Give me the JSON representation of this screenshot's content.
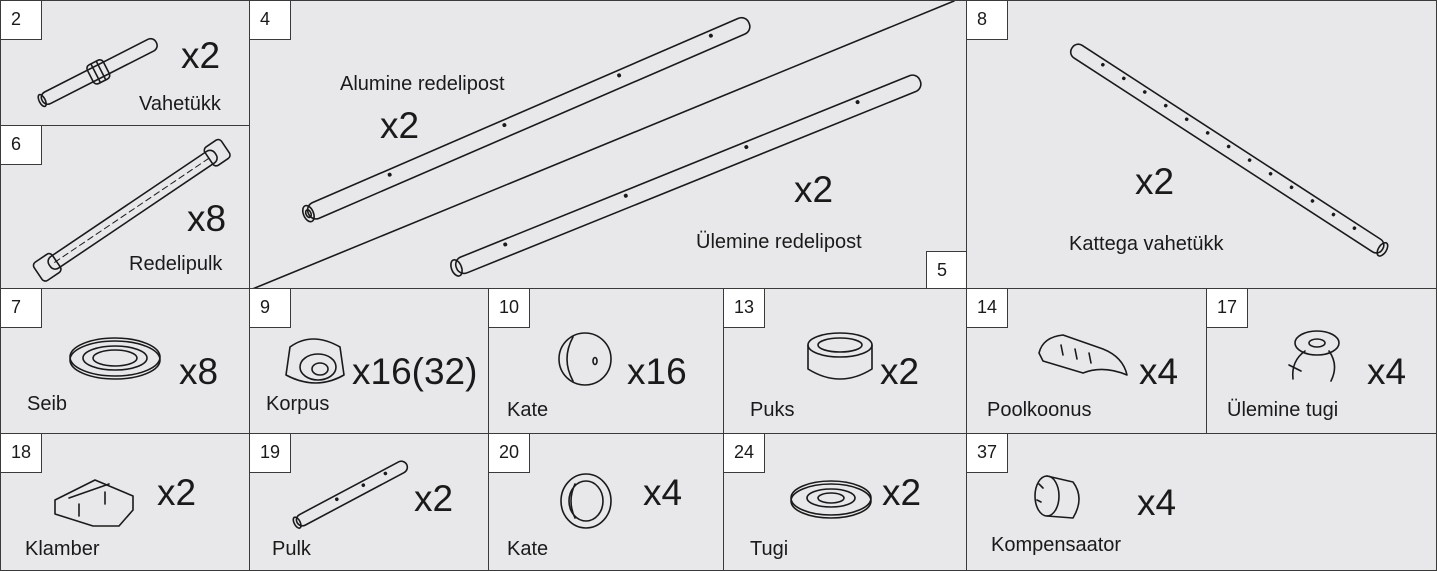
{
  "parts": {
    "p2": {
      "number": "2",
      "label": "Vahetükk",
      "qty": "x2",
      "icon": "joint-tube"
    },
    "p4": {
      "number": "4",
      "label": "Alumine redelipost",
      "qty": "x2",
      "icon": "ladder-post"
    },
    "p5": {
      "number": "5",
      "label": "Ülemine redelipost",
      "qty": "x2",
      "icon": "ladder-post"
    },
    "p6": {
      "number": "6",
      "label": "Redelipulk",
      "qty": "x8",
      "icon": "ladder-rung"
    },
    "p7": {
      "number": "7",
      "label": "Seib",
      "qty": "x8",
      "icon": "washer"
    },
    "p8": {
      "number": "8",
      "label": "Kattega vahetükk",
      "qty": "x2",
      "icon": "perforated-tube"
    },
    "p9": {
      "number": "9",
      "label": "Korpus",
      "qty": "x16(32)",
      "icon": "housing"
    },
    "p10": {
      "number": "10",
      "label": "Kate",
      "qty": "x16",
      "icon": "cap"
    },
    "p13": {
      "number": "13",
      "label": "Puks",
      "qty": "x2",
      "icon": "bushing"
    },
    "p14": {
      "number": "14",
      "label": "Poolkoonus",
      "qty": "x4",
      "icon": "half-cone"
    },
    "p17": {
      "number": "17",
      "label": "Ülemine tugi",
      "qty": "x4",
      "icon": "upper-support"
    },
    "p18": {
      "number": "18",
      "label": "Klamber",
      "qty": "x2",
      "icon": "bracket"
    },
    "p19": {
      "number": "19",
      "label": "Pulk",
      "qty": "x2",
      "icon": "rod"
    },
    "p20": {
      "number": "20",
      "label": "Kate",
      "qty": "x4",
      "icon": "cap-ring"
    },
    "p24": {
      "number": "24",
      "label": "Tugi",
      "qty": "x2",
      "icon": "support-disc"
    },
    "p37": {
      "number": "37",
      "label": "Kompensaator",
      "qty": "x4",
      "icon": "compensator"
    }
  }
}
